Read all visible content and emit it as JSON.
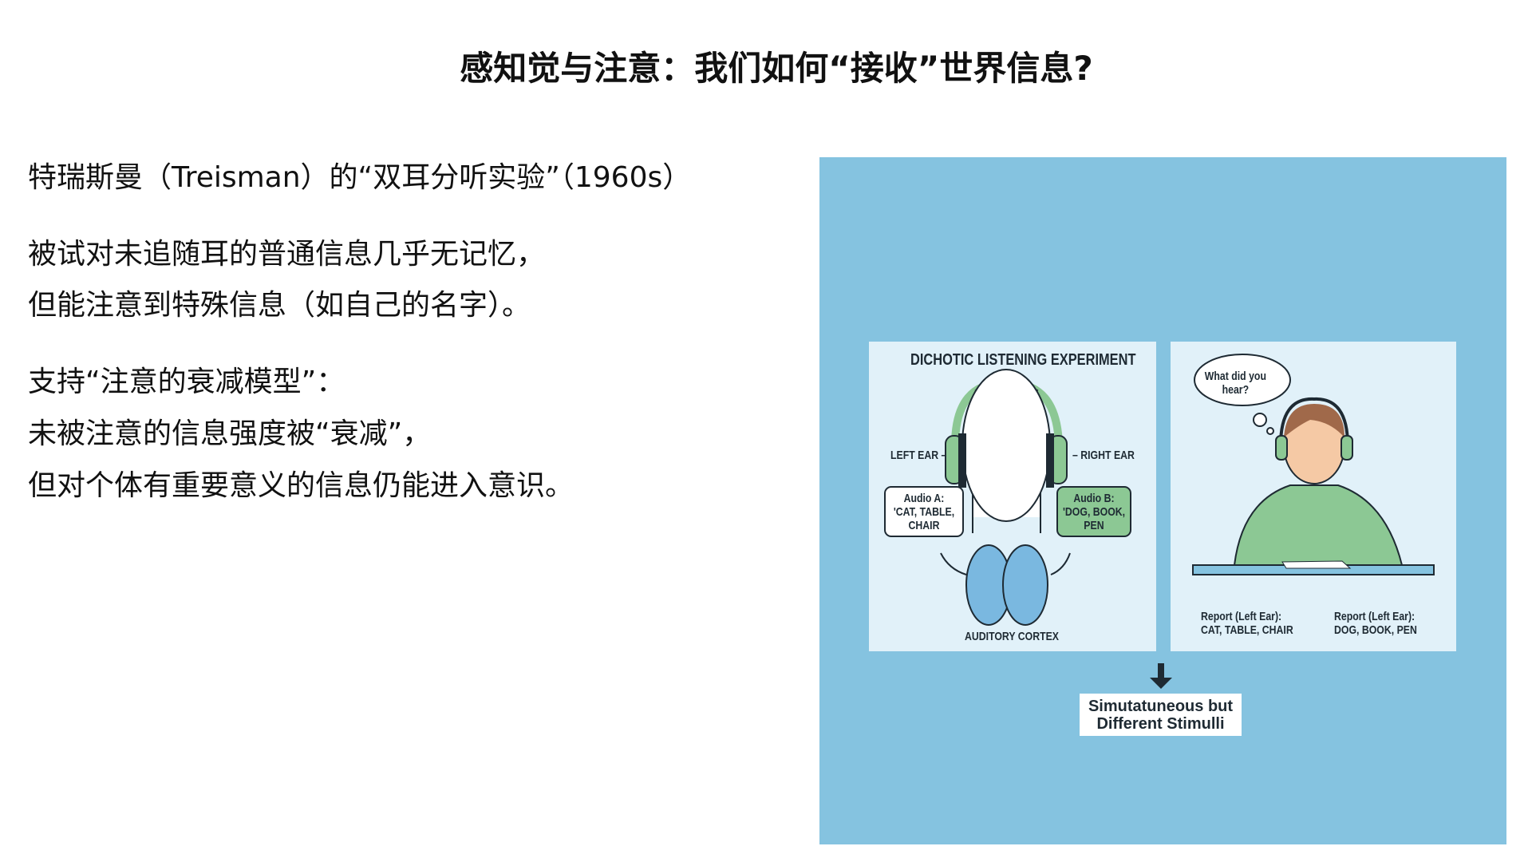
{
  "title": "感知觉与注意：我们如何“接收”世界信息?",
  "body": {
    "heading": "特瑞斯曼（Treisman）的“双耳分听实验”（1960s）",
    "finding": [
      "被试对未追随耳的普通信息几乎无记忆，",
      "但能注意到特殊信息（如自己的名字）。"
    ],
    "support": [
      "支持“注意的衰减模型”：",
      "未被注意的信息强度被“衰减”，",
      "但对个体有重要意义的信息仍能进入意识。"
    ]
  },
  "figure": {
    "left_panel": {
      "title": "DICHOTIC LISTENING EXPERIMENT",
      "left_ear": "LEFT EAR –",
      "right_ear": "– RIGHT EAR",
      "audio_a": [
        "Audio A:",
        "'CAT, TABLE,",
        "CHAIR"
      ],
      "audio_b": [
        "Audio B:",
        "'DOG, BOOK,",
        "PEN"
      ],
      "cortex": "AUDITORY CORTEX"
    },
    "right_panel": {
      "thought": [
        "What did you",
        "hear?"
      ],
      "report_left": [
        "Report (Left Ear):",
        "CAT, TABLE, CHAIR"
      ],
      "report_right": [
        "Report (Left Ear):",
        "DOG, BOOK, PEN"
      ]
    },
    "result_box": [
      "Simutatuneous but",
      "Different Stimulli"
    ],
    "colors": {
      "background": "#85c3e0",
      "panel": "#e1f1f9",
      "green": "#8cc894",
      "brain": "#7ab8e0"
    }
  }
}
